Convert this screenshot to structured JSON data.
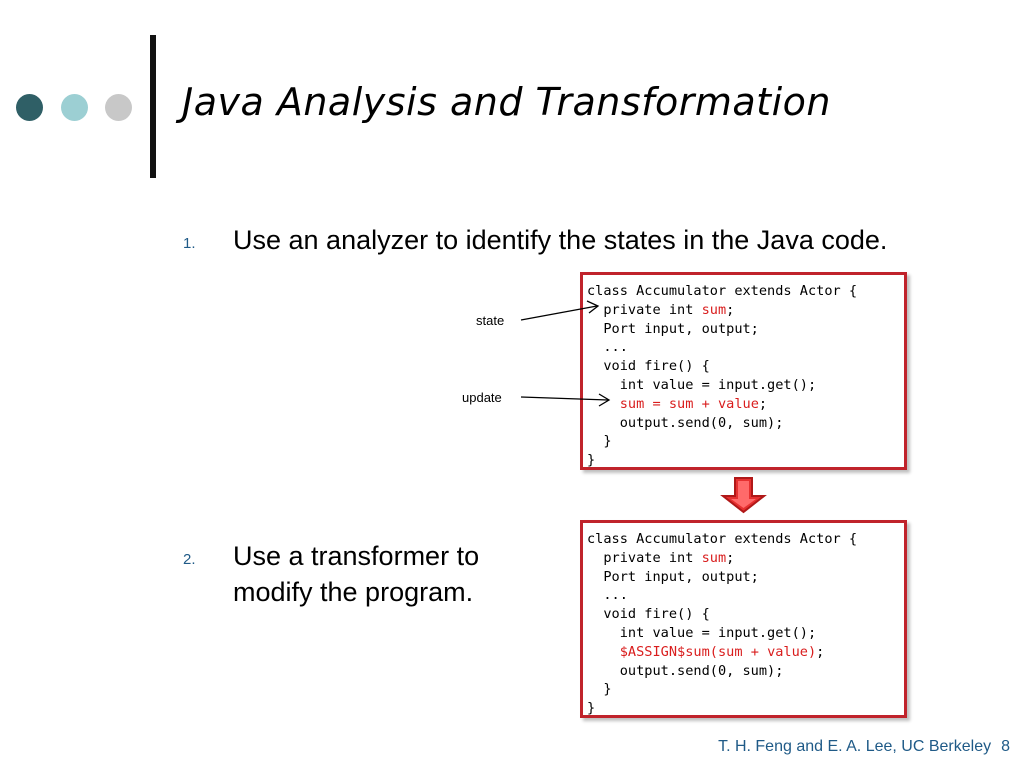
{
  "slide": {
    "title": "Java Analysis and Transformation",
    "items": [
      {
        "number": "1.",
        "text": "Use an analyzer to identify the states in the Java code."
      },
      {
        "number": "2.",
        "text": "Use a transformer to modify the program."
      }
    ],
    "labels": {
      "state": "state",
      "update": "update"
    },
    "code_before": {
      "line1": "class Accumulator extends Actor {",
      "line2_pre": "  private int ",
      "line2_hl": "sum",
      "line2_post": ";",
      "line3": "  Port input, output;",
      "line4": "  ...",
      "line5": "  void fire() {",
      "line6": "    int value = input.get();",
      "line7_pre": "    ",
      "line7_hl": "sum = sum + value",
      "line7_post": ";",
      "line8": "    output.send(0, sum);",
      "line9": "  }",
      "line10": "}"
    },
    "code_after": {
      "line1": "class Accumulator extends Actor {",
      "line2_pre": "  private int ",
      "line2_hl": "sum",
      "line2_post": ";",
      "line3": "  Port input, output;",
      "line4": "  ...",
      "line5": "  void fire() {",
      "line6": "    int value = input.get();",
      "line7_pre": "    ",
      "line7_hl": "$ASSIGN$sum(sum + value)",
      "line7_post": ";",
      "line8": "    output.send(0, sum);",
      "line9": "  }",
      "line10": "}"
    },
    "footer": {
      "credit": "T. H. Feng and E. A. Lee, UC Berkeley",
      "page": "8"
    },
    "colors": {
      "accent_dark": "#2f5f66",
      "accent_light": "#9ccfd3",
      "accent_gray": "#c8c8c8",
      "code_border": "#c0232b",
      "highlight": "#d91d1d",
      "footer_text": "#1f5a87",
      "down_arrow": "#e63030"
    },
    "icons": [
      "circle-dot-icon",
      "arrow-right-icon",
      "down-arrow-icon"
    ]
  }
}
